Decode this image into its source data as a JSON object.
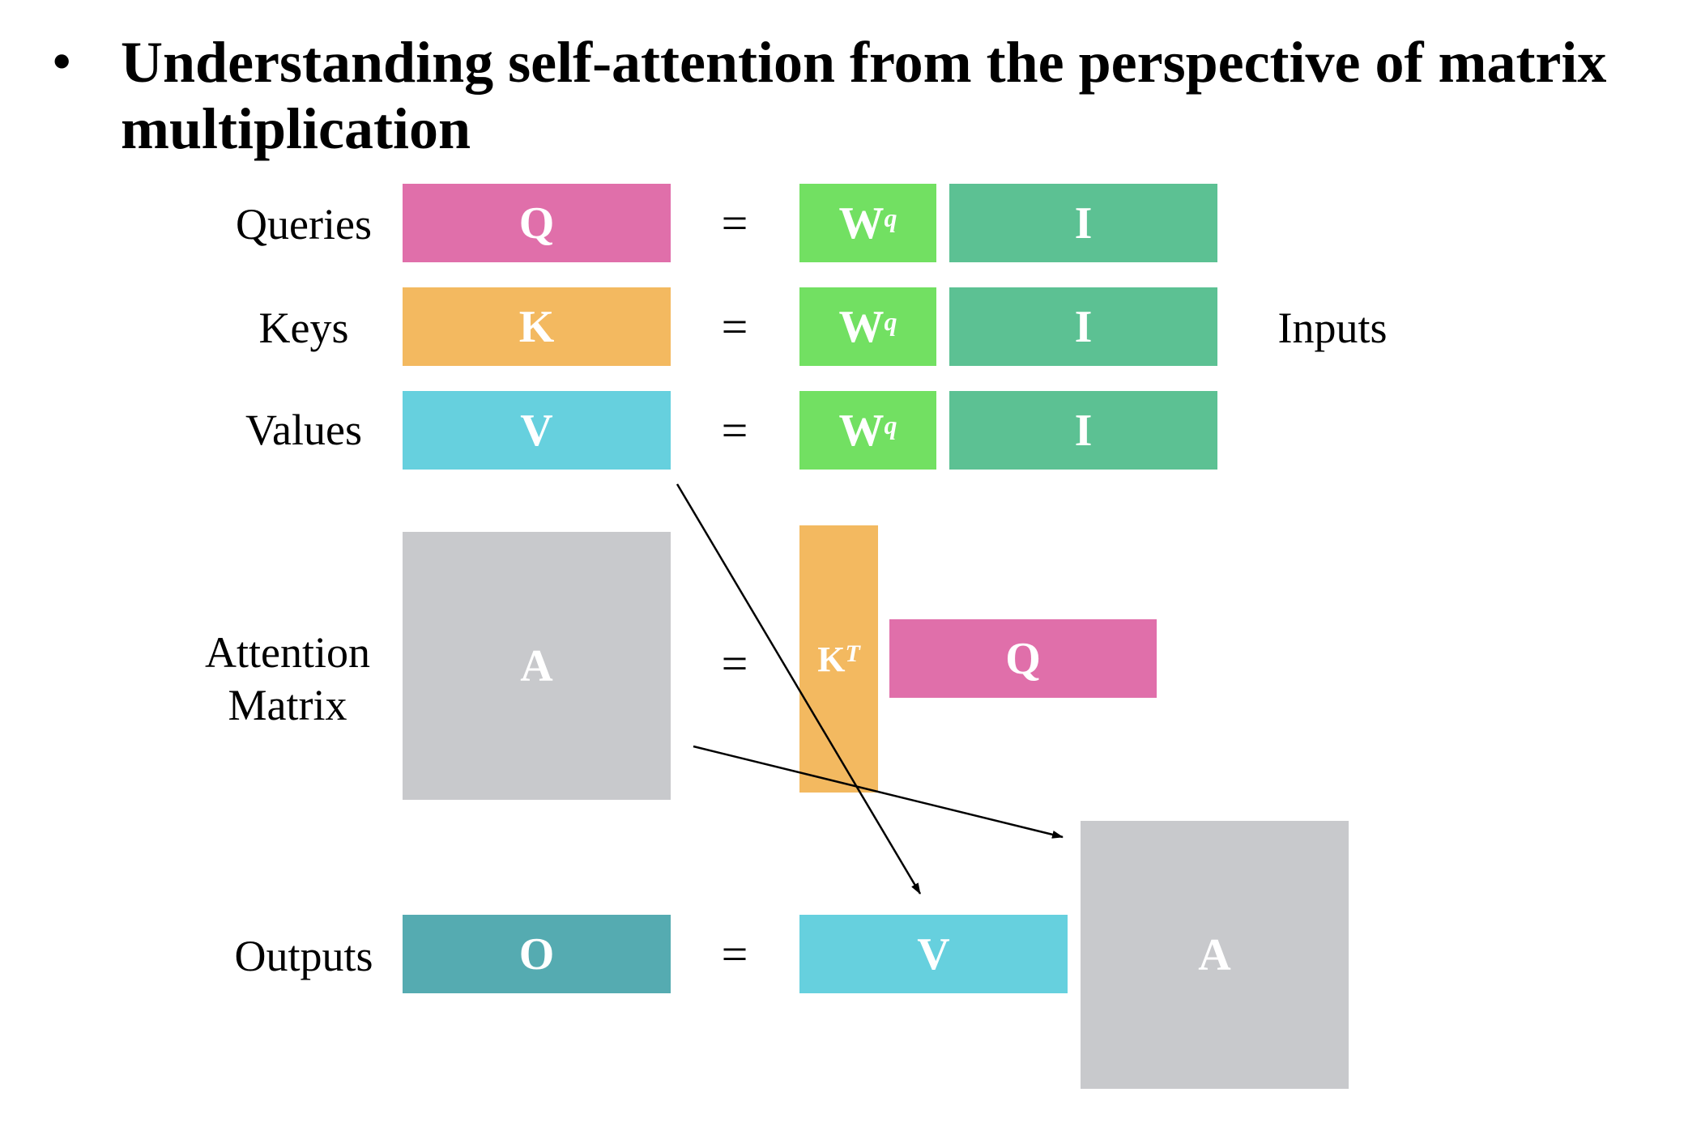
{
  "heading": {
    "bullet": "•",
    "title": "Understanding self-attention from the perspective of matrix multiplication"
  },
  "labels": {
    "queries": "Queries",
    "keys": "Keys",
    "values": "Values",
    "attention_line1": "Attention",
    "attention_line2": "Matrix",
    "outputs": "Outputs",
    "inputs": "Inputs"
  },
  "symbols": {
    "equals": "=",
    "Q": "Q",
    "K": "K",
    "V": "V",
    "A": "A",
    "O": "O",
    "I": "I",
    "W": "W",
    "W_sup": "q",
    "KT_base": "K",
    "KT_sup": "T"
  },
  "colors": {
    "query": "#e06faa",
    "key": "#f3b960",
    "value": "#66d0de",
    "weight": "#72e062",
    "input": "#5cc193",
    "attention": "#c8c9cc",
    "output": "#55abb1"
  }
}
